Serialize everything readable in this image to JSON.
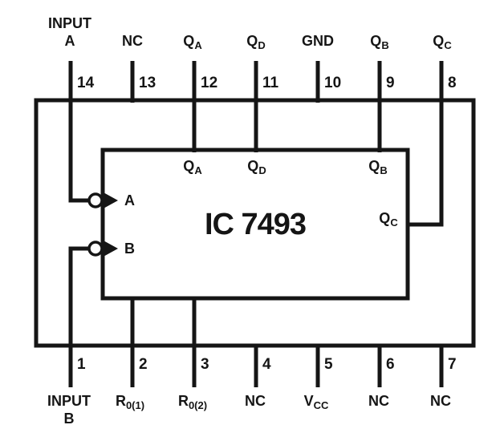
{
  "chip": {
    "name": "IC 7493"
  },
  "clock_inputs": {
    "a": "A",
    "b": "B"
  },
  "outputs_inside": [
    {
      "main": "Q",
      "sub": "A"
    },
    {
      "main": "Q",
      "sub": "D"
    },
    {
      "main": "Q",
      "sub": "B"
    },
    {
      "main": "Q",
      "sub": "C"
    }
  ],
  "pins_top": [
    {
      "number": "14",
      "line1": "INPUT",
      "main": "A",
      "sub": ""
    },
    {
      "number": "13",
      "line1": "",
      "main": "NC",
      "sub": ""
    },
    {
      "number": "12",
      "line1": "",
      "main": "Q",
      "sub": "A"
    },
    {
      "number": "11",
      "line1": "",
      "main": "Q",
      "sub": "D"
    },
    {
      "number": "10",
      "line1": "",
      "main": "GND",
      "sub": ""
    },
    {
      "number": "9",
      "line1": "",
      "main": "Q",
      "sub": "B"
    },
    {
      "number": "8",
      "line1": "",
      "main": "Q",
      "sub": "C"
    }
  ],
  "pins_bottom": [
    {
      "number": "1",
      "line1": "INPUT",
      "main": "B",
      "sub": ""
    },
    {
      "number": "2",
      "line1": "",
      "main": "R",
      "sub": "0(1)"
    },
    {
      "number": "3",
      "line1": "",
      "main": "R",
      "sub": "0(2)"
    },
    {
      "number": "4",
      "line1": "",
      "main": "NC",
      "sub": ""
    },
    {
      "number": "5",
      "line1": "",
      "main": "V",
      "sub": "CC"
    },
    {
      "number": "6",
      "line1": "",
      "main": "NC",
      "sub": ""
    },
    {
      "number": "7",
      "line1": "",
      "main": "NC",
      "sub": ""
    }
  ],
  "colors": {
    "line": "#151515",
    "background": "#ffffff"
  }
}
